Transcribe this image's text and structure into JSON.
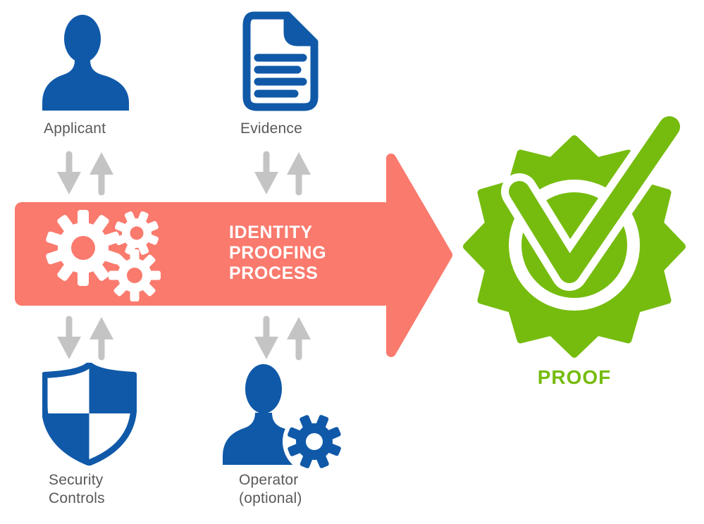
{
  "colors": {
    "blue": "#1059A8",
    "salmon": "#FA7A6E",
    "green": "#76BC0E",
    "arrow_gray": "#C4C4C4",
    "label_gray": "#58595B"
  },
  "nodes": {
    "applicant": {
      "label": "Applicant",
      "icon": "person-icon"
    },
    "evidence": {
      "label": "Evidence",
      "icon": "document-icon"
    },
    "security_controls": {
      "line1": "Security",
      "line2": "Controls",
      "icon": "shield-icon"
    },
    "operator": {
      "line1": "Operator",
      "line2": "(optional)",
      "icon": "person-gear-icon"
    }
  },
  "process_arrow": {
    "line1": "IDENTITY",
    "line2": "PROOFING",
    "line3": "PROCESS",
    "icon": "gears-icon"
  },
  "result": {
    "label": "PROOF",
    "icon": "checkmark-seal-icon"
  },
  "connectors": {
    "icon_down": "down-arrow-icon",
    "icon_up": "up-arrow-icon"
  }
}
